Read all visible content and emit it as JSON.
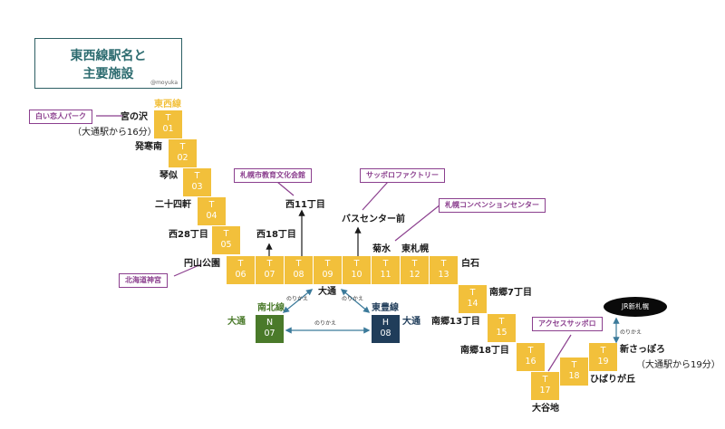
{
  "title": {
    "line1": "東西線駅名と",
    "line2": "主要施設",
    "credit": "@moyuka"
  },
  "line_labels": {
    "tozai": "東西線",
    "namboku": "南北線",
    "toho": "東豊線"
  },
  "tozai_stations": [
    {
      "letter": "T",
      "num": "01",
      "name": "宮の沢"
    },
    {
      "letter": "T",
      "num": "02",
      "name": "発寒南"
    },
    {
      "letter": "T",
      "num": "03",
      "name": "琴似"
    },
    {
      "letter": "T",
      "num": "04",
      "name": "二十四軒"
    },
    {
      "letter": "T",
      "num": "05",
      "name": "西28丁目"
    },
    {
      "letter": "T",
      "num": "06",
      "name": "円山公園"
    },
    {
      "letter": "T",
      "num": "07",
      "name": "西18丁目"
    },
    {
      "letter": "T",
      "num": "08",
      "name": "西11丁目"
    },
    {
      "letter": "T",
      "num": "09",
      "name": "大通"
    },
    {
      "letter": "T",
      "num": "10",
      "name": "バスセンター前"
    },
    {
      "letter": "T",
      "num": "11",
      "name": "菊水"
    },
    {
      "letter": "T",
      "num": "12",
      "name": "東札幌"
    },
    {
      "letter": "T",
      "num": "13",
      "name": "白石"
    },
    {
      "letter": "T",
      "num": "14",
      "name": "南郷7丁目"
    },
    {
      "letter": "T",
      "num": "15",
      "name": "南郷13丁目"
    },
    {
      "letter": "T",
      "num": "16",
      "name": "南郷18丁目"
    },
    {
      "letter": "T",
      "num": "17",
      "name": "大谷地"
    },
    {
      "letter": "T",
      "num": "18",
      "name": "ひばりが丘"
    },
    {
      "letter": "T",
      "num": "19",
      "name": "新さっぽろ"
    }
  ],
  "transfer_stations": {
    "namboku": {
      "letter": "N",
      "num": "07",
      "name": "大通"
    },
    "toho": {
      "letter": "H",
      "num": "08",
      "name": "大通"
    }
  },
  "callouts": {
    "shiroi_koibito": "白い恋人パーク",
    "hokkaido_jingu": "北海道神宮",
    "kyoiku_bunka": "札幌市教育文化会館",
    "sapporo_factory": "サッポロファクトリー",
    "convention": "札幌コンベンションセンター",
    "access_sapporo": "アクセスサッポロ",
    "jr_shin_sapporo": "JR新札幌"
  },
  "notes": {
    "miyanosawa_time": "（大通駅から16分）",
    "shinsapporo_time": "（大通駅から19分）",
    "transfer": "のりかえ"
  },
  "colors": {
    "tozai": "#f2c03b",
    "namboku": "#4a7a2a",
    "toho": "#203d5a",
    "callout": "#8b3f8e",
    "title": "#2c6b6f",
    "transfer_arrow": "#3b7a9a"
  }
}
